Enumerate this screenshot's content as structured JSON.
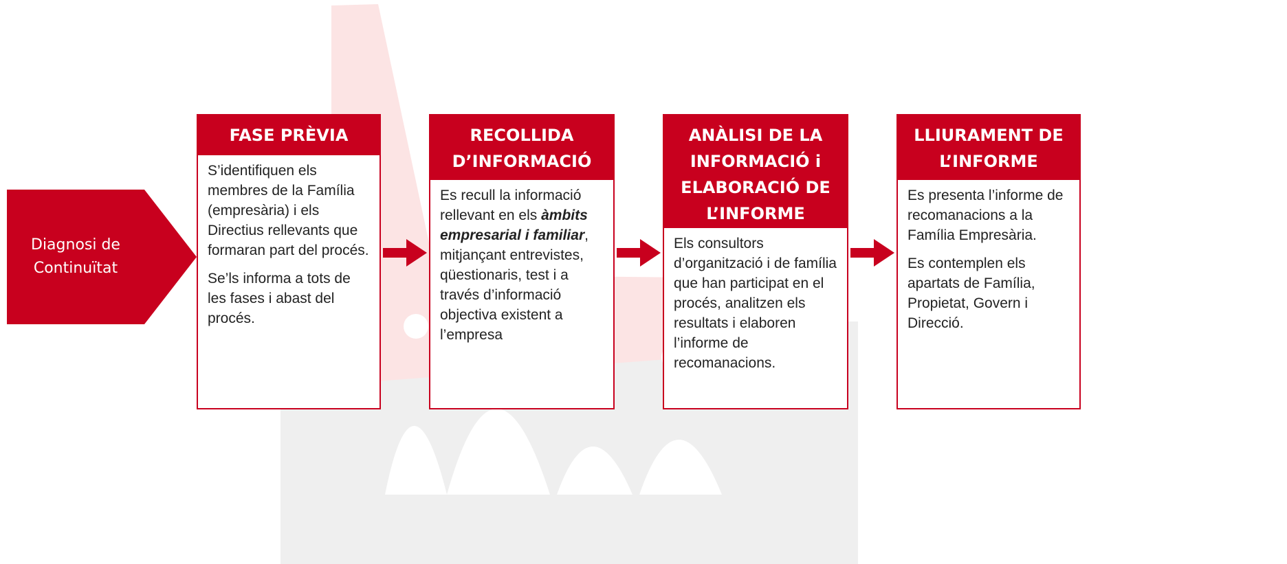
{
  "colors": {
    "accent": "#c8001e",
    "background_pale_red": "#fce4e4",
    "background_pale_gray": "#efefef",
    "text": "#222222"
  },
  "start": {
    "label": "Diagnosi de\nContinuïtat"
  },
  "phases": [
    {
      "title": "FASE PRÈVIA",
      "paragraphs": [
        "S’identifiquen els membres de la Família (empresària) i els Directius rellevants que formaran part del procés.",
        "Se’ls informa a tots de les fases i abast del procés."
      ]
    },
    {
      "title": "RECOLLIDA\nD’INFORMACIÓ",
      "body": {
        "part1": "Es recull la informació rellevant en els ",
        "emphasis": "àmbits empresarial i familiar",
        "part2": ", mitjançant entrevistes, qüestionaris, test i a través d’informació objectiva existent a l’empresa"
      }
    },
    {
      "title": "ANÀLISI DE LA\nINFORMACIÓ i\nELABORACIÓ DE\nL’INFORME",
      "paragraphs": [
        "Els consultors d’organització i de família que han participat en el procés, analitzen els resultats i elaboren l’informe de recomanacions."
      ]
    },
    {
      "title": "LLIURAMENT DE\nL’INFORME",
      "paragraphs": [
        "Es presenta l’informe de recomanacions a la Família Empresària.",
        "Es contemplen els apartats de Família, Propietat, Govern i Direcció."
      ]
    }
  ]
}
